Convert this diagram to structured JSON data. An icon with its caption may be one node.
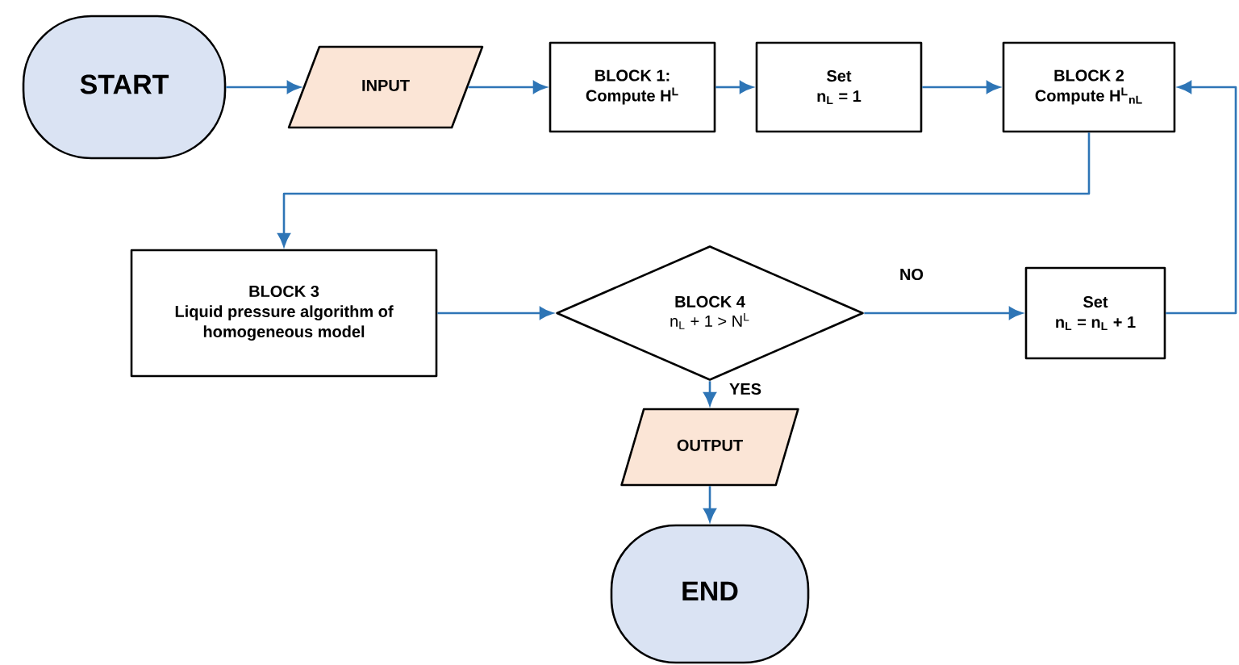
{
  "diagram": {
    "nodes": [
      {
        "text": [
          "START"
        ]
      },
      {
        "text": [
          "INPUT"
        ]
      },
      {
        "text": [
          "BLOCK 1:",
          "Compute H$^{L}$"
        ]
      },
      {
        "text": [
          "Set",
          "n$_{L}$ = 1"
        ]
      },
      {
        "text": [
          "BLOCK 2",
          "Compute H$^{L}$$_{nL}$"
        ]
      },
      {
        "text": [
          "BLOCK 3",
          "Liquid pressure algorithm of homogeneous model"
        ]
      },
      {
        "text": [
          "BLOCK 4",
          "n$_{L}$ + 1 > N$^{L}$"
        ]
      },
      {
        "text": [
          "Set",
          "n$_{L}$ = n$_{L}$ + 1"
        ]
      },
      {
        "text": [
          "OUTPUT"
        ]
      },
      {
        "text": [
          "END"
        ]
      }
    ],
    "edges": [
      {
        "from": 0,
        "to": 1,
        "arrow": "to"
      },
      {
        "from": 1,
        "to": 2,
        "arrow": "to"
      },
      {
        "from": 2,
        "to": 3,
        "arrow": "to"
      },
      {
        "from": 3,
        "to": 4,
        "arrow": "to"
      },
      {
        "from": 4,
        "to": 5,
        "arrow": "to"
      },
      {
        "from": 5,
        "to": 6,
        "arrow": "to"
      },
      {
        "from": 6,
        "to": 7,
        "arrow": "to",
        "label": "NO"
      },
      {
        "from": 7,
        "to": 4,
        "arrow": "to"
      },
      {
        "from": 6,
        "to": 8,
        "arrow": "to",
        "label": "YES"
      },
      {
        "from": 8,
        "to": 9,
        "arrow": "to"
      }
    ]
  }
}
